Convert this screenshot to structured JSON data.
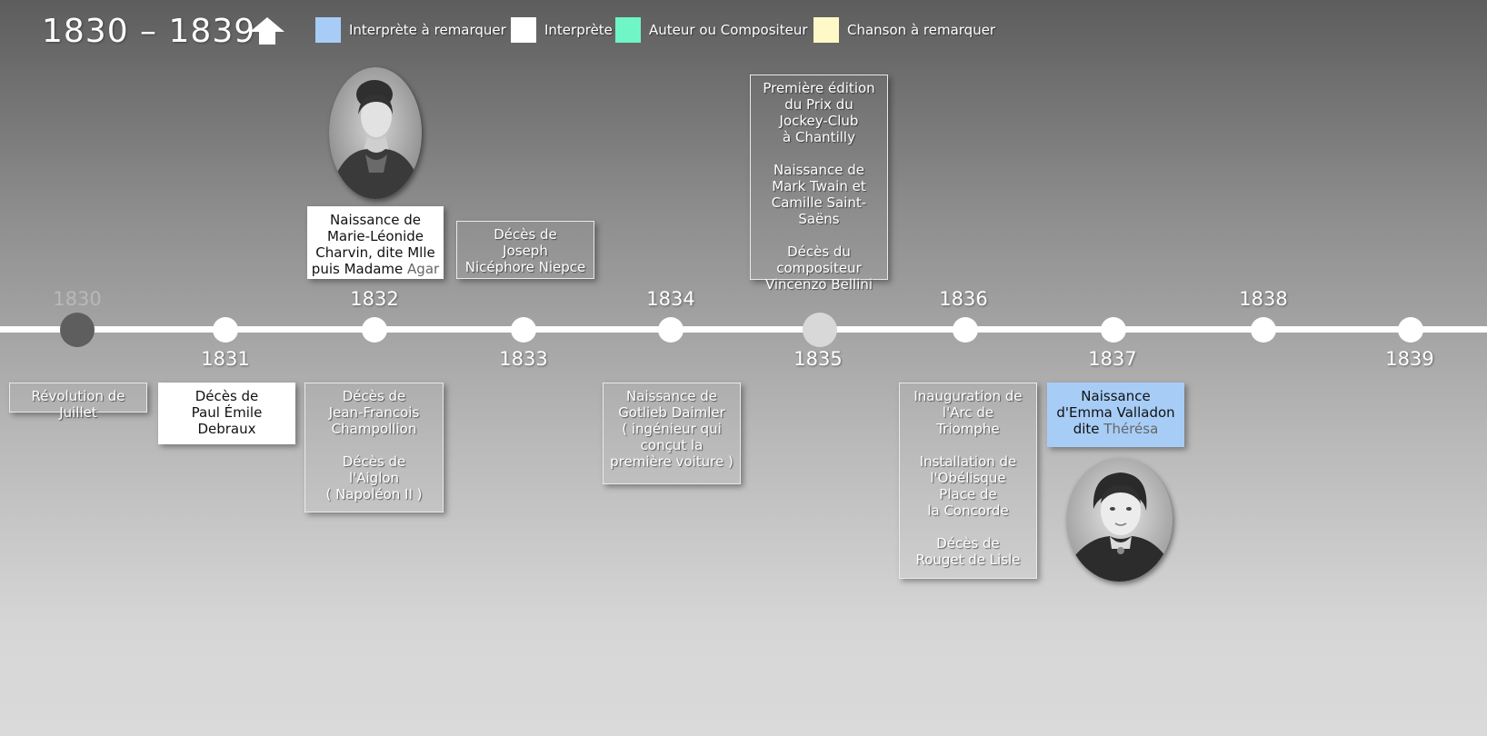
{
  "title": "1830 – 1839",
  "legend": [
    {
      "color": "#a7cdf7",
      "label": "Interprète à remarquer"
    },
    {
      "color": "#ffffff",
      "label": "Interprète"
    },
    {
      "color": "#6ff5c6",
      "label": "Auteur ou Compositeur"
    },
    {
      "color": "#fff9c8",
      "label": "Chanson à remarquer"
    }
  ],
  "years": [
    "1830",
    "1831",
    "1832",
    "1833",
    "1834",
    "1835",
    "1836",
    "1837",
    "1838",
    "1839"
  ],
  "events": {
    "e1830": {
      "lines": [
        "Révolution de Juillet"
      ]
    },
    "e1831": {
      "lines": [
        "Décès de",
        "Paul Émile",
        "Debraux"
      ]
    },
    "e1832_top": {
      "lines": [
        "Naissance de",
        "Marie-Léonide",
        "Charvin, dite Mlle"
      ],
      "last_prefix": "puis Madame ",
      "last_accent": "Agar"
    },
    "e1832_bottom": {
      "lines": [
        "Décès de",
        "Jean-Francois",
        "Champollion",
        "",
        "Décès de",
        "l'Aiglon",
        "( Napoléon II )"
      ]
    },
    "e1833": {
      "lines": [
        "Décès de",
        "Joseph",
        "Nicéphore Niepce"
      ]
    },
    "e1834": {
      "lines": [
        "Naissance de",
        "Gotlieb Daimler",
        "( ingénieur qui",
        "conçut la",
        "première voiture )"
      ]
    },
    "e1835": {
      "lines": [
        "Première édition",
        "du Prix du",
        "Jockey-Club",
        "à Chantilly",
        "",
        "Naissance de",
        "Mark Twain et",
        "Camille Saint-Saëns",
        "",
        "Décès du",
        "compositeur",
        "Vincenzo Bellini"
      ]
    },
    "e1836": {
      "lines": [
        "Inauguration de",
        "l'Arc de",
        "Triomphe",
        "",
        "Installation de",
        "l'Obélisque",
        "Place de",
        "la Concorde",
        "",
        "Décès de",
        "Rouget de Lisle"
      ]
    },
    "e1837": {
      "lines": [
        "Naissance",
        "d'Emma Valladon"
      ],
      "last_prefix": "dite ",
      "last_accent": "Thérésa"
    }
  }
}
